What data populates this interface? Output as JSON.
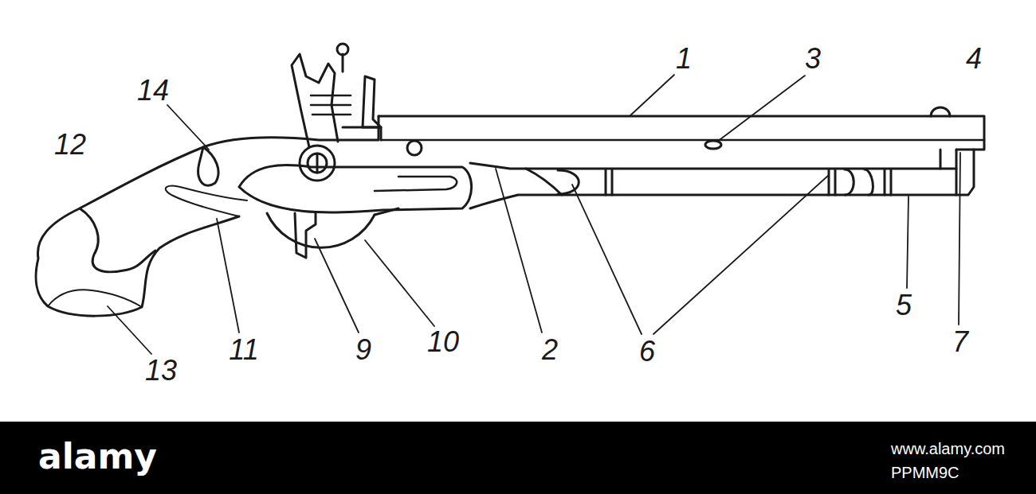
{
  "diagram": {
    "labels": [
      "1",
      "3",
      "4",
      "14",
      "12",
      "13",
      "11",
      "9",
      "10",
      "2",
      "6",
      "5",
      "7",
      "alamy",
      "www.alamy.com",
      "PPMM9C"
    ]
  }
}
